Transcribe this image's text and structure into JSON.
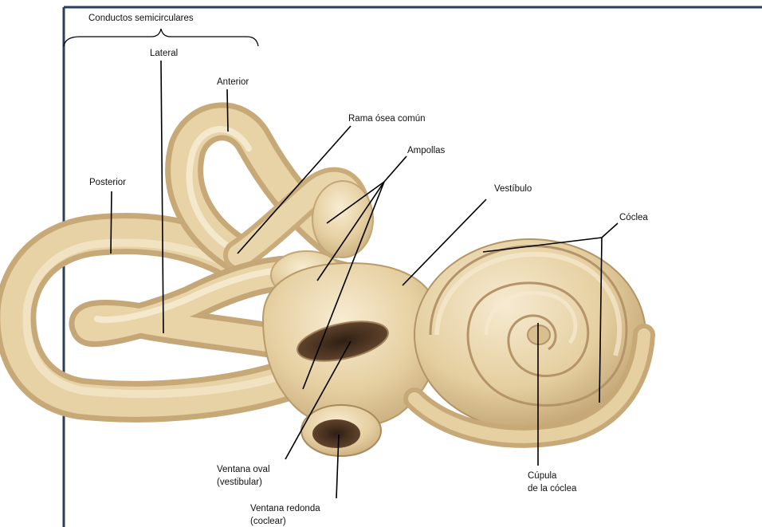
{
  "labels": {
    "group_heading": "Conductos semicirculares",
    "lateral": "Lateral",
    "anterior": "Anterior",
    "posterior": "Posterior",
    "rama_osea_comun": "Rama ósea común",
    "ampollas": "Ampollas",
    "vestibulo": "Vestíbulo",
    "coclea": "Cóclea",
    "ventana_oval": [
      "Ventana oval",
      "(vestibular)"
    ],
    "ventana_redonda": [
      "Ventana redonda",
      "(coclear)"
    ],
    "cupula": [
      "Cúpula",
      "de la cóclea"
    ]
  },
  "colors": {
    "frame": "#2b3e5c",
    "bone": "#e5cfa0",
    "bone_highlight": "#f6ead0",
    "bone_shadow": "#c2a574",
    "cavity": "#4a3322",
    "leader": "#000000"
  }
}
